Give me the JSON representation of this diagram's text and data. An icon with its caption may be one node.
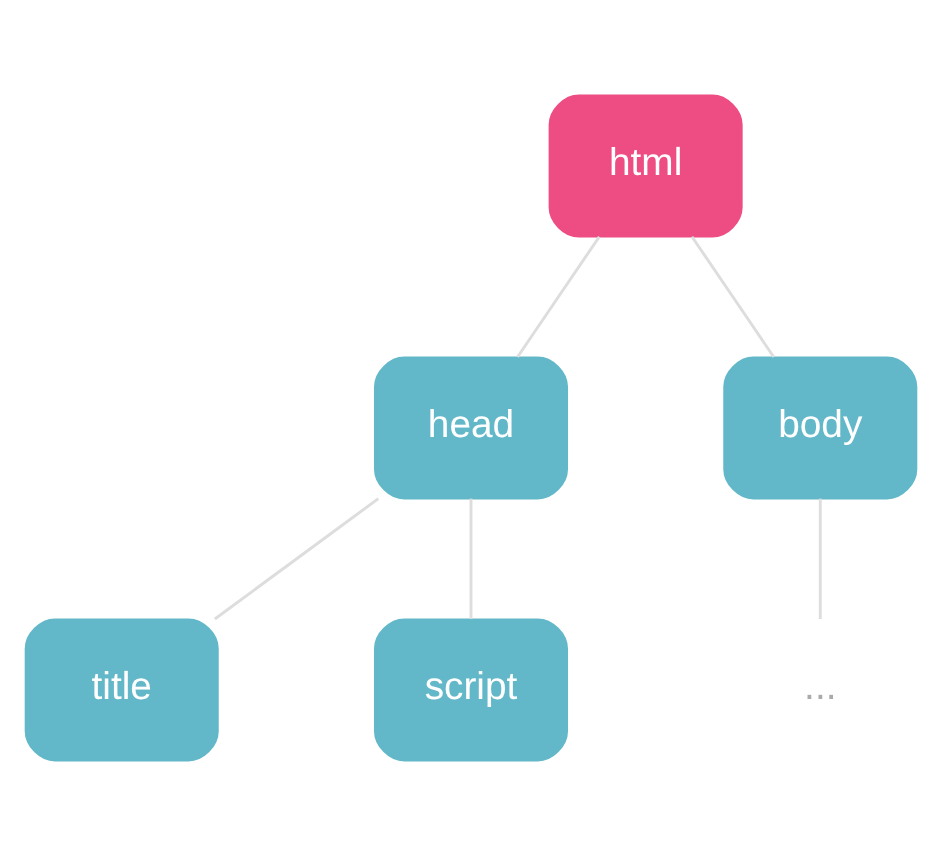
{
  "diagram": {
    "nodes": [
      {
        "text": [
          "html"
        ]
      },
      {
        "text": [
          "head"
        ]
      },
      {
        "text": [
          "body"
        ]
      },
      {
        "text": [
          "title"
        ]
      },
      {
        "text": [
          "script"
        ]
      },
      {
        "text": [
          "..."
        ]
      }
    ],
    "edges": [
      {
        "from": 0,
        "to": 1,
        "arrow": "none"
      },
      {
        "from": 0,
        "to": 2,
        "arrow": "none"
      },
      {
        "from": 1,
        "to": 3,
        "arrow": "none"
      },
      {
        "from": 1,
        "to": 4,
        "arrow": "none"
      },
      {
        "from": 2,
        "to": 5,
        "arrow": "none"
      }
    ]
  }
}
